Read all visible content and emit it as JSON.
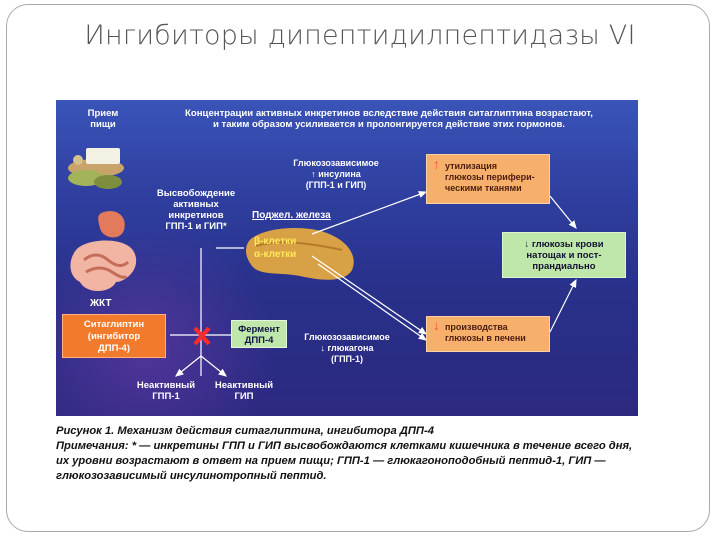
{
  "slide": {
    "title": "Ингибиторы дипептидилпептидазы VI"
  },
  "diagram": {
    "food_label_1": "Прием",
    "food_label_2": "пищи",
    "top_text_1": "Концентрации активных инкретинов вследствие действия ситаглиптина возрастают,",
    "top_text_2": "и таким образом усиливается и пролонгируется действие этих гормонов.",
    "release_1": "Высвобождение",
    "release_2": "активных",
    "release_3": "инкретинов",
    "release_4": "ГПП-1 и ГИП*",
    "gi_label": "ЖКТ",
    "insulin_1": "Глюкозозависимое",
    "insulin_2": "↑ инсулина",
    "insulin_3": "(ГПП-1 и ГИП)",
    "pancreas_label": "Поджел. железа",
    "beta_cells": "β-клетки",
    "alpha_cells": "α-клетки",
    "glucagon_1": "Глюкозозависимое",
    "glucagon_2": "↓ глюкагона",
    "glucagon_3": "(ГПП-1)",
    "box_uptake_arrow": "↑",
    "box_uptake_1": "утилизация",
    "box_uptake_2": "глюкозы перифери-",
    "box_uptake_3": "ческими тканями",
    "box_glucose_1": "↓ глюкозы крови",
    "box_glucose_2": "натощак и пост-",
    "box_glucose_3": "прандиально",
    "box_liver_arrow": "↓",
    "box_liver_1": "производства",
    "box_liver_2": "глюкозы в печени",
    "sitagliptin_1": "Ситаглиптин",
    "sitagliptin_2": "(ингибитор",
    "sitagliptin_3": "ДПП-4)",
    "enzyme_1": "Фермент",
    "enzyme_2": "ДПП-4",
    "inactive_glp_1": "Неактивный",
    "inactive_glp_2": "ГПП-1",
    "inactive_gip_1": "Неактивный",
    "inactive_gip_2": "ГИП",
    "colors": {
      "background": "#2f3f9f",
      "orange_box": "#f6b06b",
      "green_box": "#bfe7a9",
      "sitagliptin_box": "#f27a2d",
      "inhibition_x": "#ff2a2a"
    }
  },
  "caption": {
    "title": "Рисунок 1. Механизм действия ситаглиптина, ингибитора ДПП-4",
    "note": "Примечания: * — инкретины ГПП и ГИП высвобождаются клетками кишечника в течение всего дня, их уровни возрастают в ответ на прием пищи; ГПП-1 — глюкагоноподобный пептид-1, ГИП — глюкозозависимый инсулинотропный пептид."
  }
}
